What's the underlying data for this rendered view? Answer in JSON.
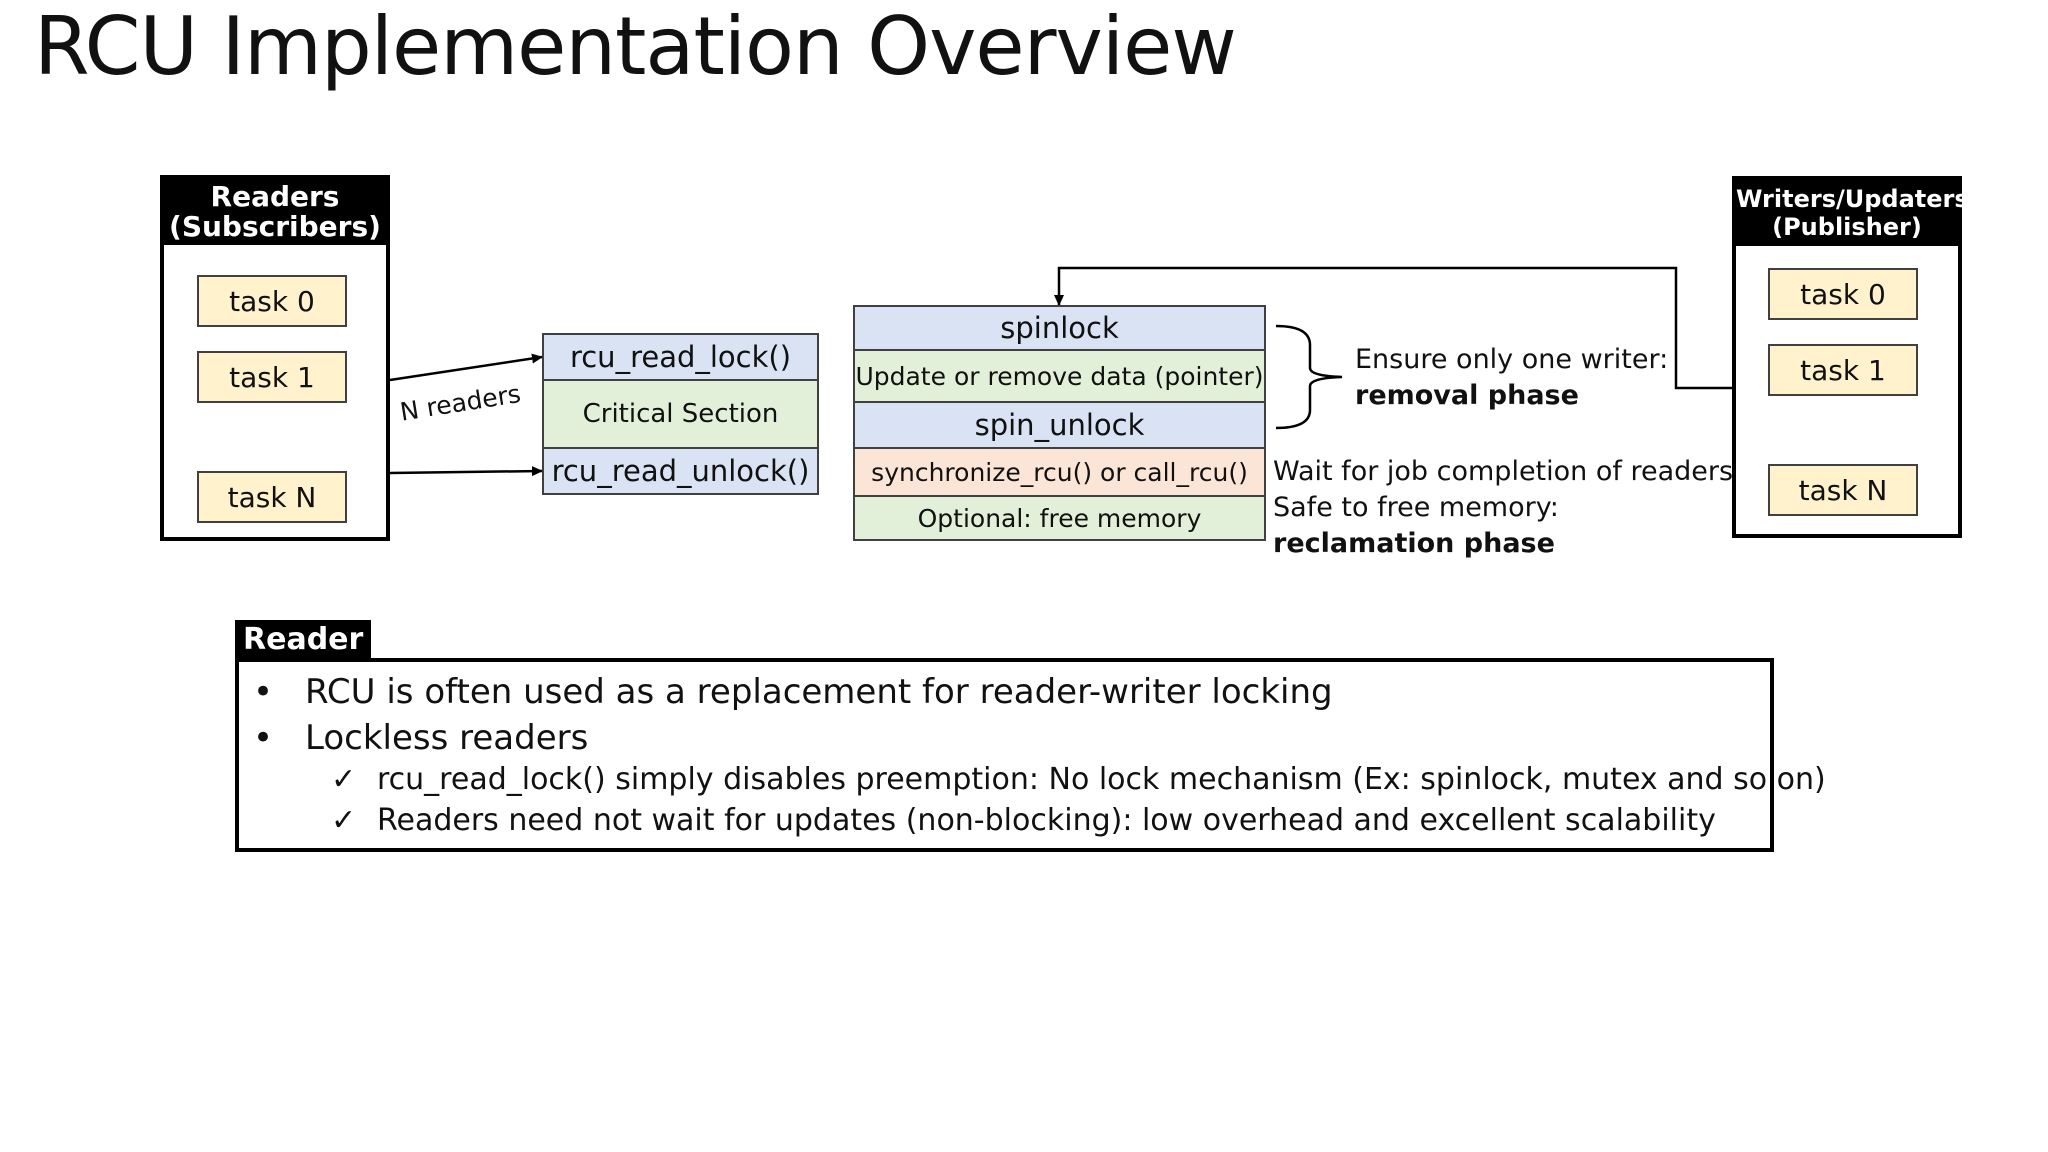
{
  "title": "RCU Implementation Overview",
  "readers": {
    "header_line1": "Readers",
    "header_line2": "(Subscribers)",
    "tasks": [
      "task 0",
      "task 1",
      "task N"
    ],
    "edge_label": "N readers"
  },
  "reader_stack": {
    "lock": "rcu_read_lock()",
    "critical": "Critical Section",
    "unlock": "rcu_read_unlock()"
  },
  "writer_stack": {
    "spinlock": "spinlock",
    "update": "Update or remove data (pointer)",
    "spin_unlock": "spin_unlock",
    "sync": "synchronize_rcu() or call_rcu()",
    "free": "Optional: free memory"
  },
  "notes": {
    "removal_line1": "Ensure only one writer:",
    "removal_line2": "removal phase",
    "reclaim_line1": "Wait for job completion of readers",
    "reclaim_line2": "Safe to free memory:",
    "reclaim_line3": "reclamation phase"
  },
  "writers": {
    "header_line1": "Writers/Updaters",
    "header_line2": "(Publisher)",
    "tasks": [
      "task 0",
      "task 1",
      "task N"
    ]
  },
  "reader_panel": {
    "tag": "Reader",
    "bullets": [
      "RCU is often used as a replacement for reader-writer locking",
      "Lockless readers"
    ],
    "subbullets": [
      "rcu_read_lock() simply disables preemption: No lock mechanism (Ex: spinlock, mutex and so on)",
      "Readers need not wait for updates (non-blocking): low overhead and excellent scalability"
    ],
    "bullet_mark": "•",
    "check_mark": "✓"
  },
  "colors": {
    "task_fill": "#fff2cc",
    "blue_fill": "#dae3f3",
    "green_fill": "#e2f0d9",
    "peach_fill": "#fbe5d6"
  }
}
